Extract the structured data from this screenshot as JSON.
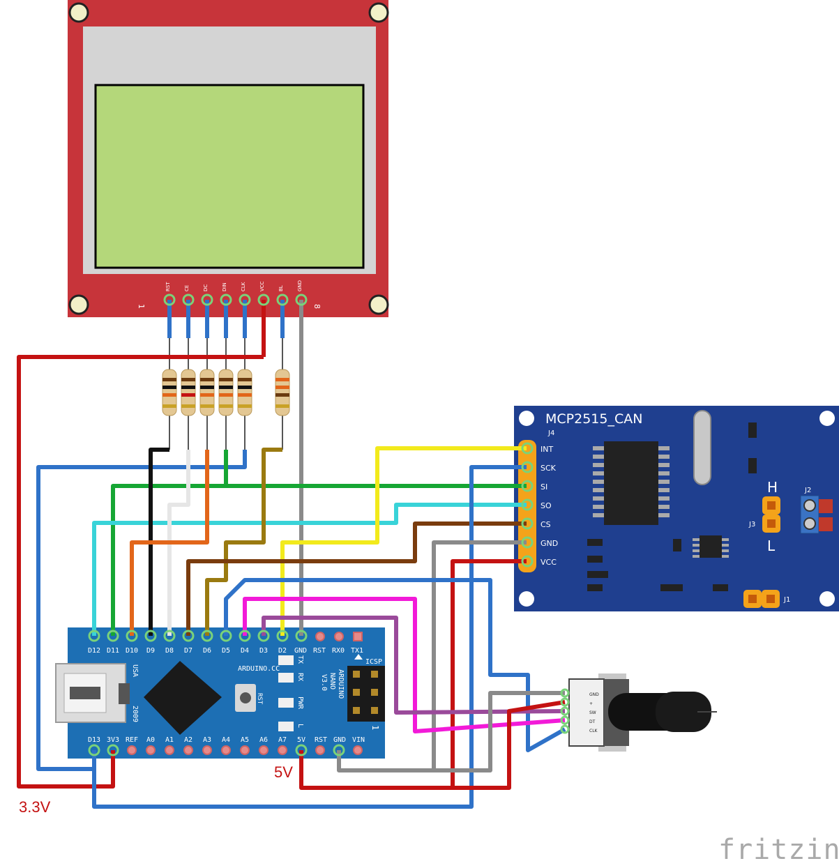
{
  "lcd": {
    "pin_labels": [
      "RST",
      "CE",
      "DC",
      "DIN",
      "CLK",
      "VCC",
      "BL",
      "GND"
    ],
    "pin_start": "1",
    "pin_end": "8"
  },
  "can_module": {
    "title": "MCP2515_CAN",
    "header_label": "J4",
    "pins": [
      "INT",
      "SCK",
      "SI",
      "SO",
      "CS",
      "GND",
      "VCC"
    ],
    "jumper_h": "H",
    "jumper_l": "L",
    "jumper_j3": "J3",
    "jumper_j2": "J2",
    "jumper_j1": "J1"
  },
  "nano": {
    "top_pins": [
      "D12",
      "D11",
      "D10",
      "D9",
      "D8",
      "D7",
      "D6",
      "D5",
      "D4",
      "D3",
      "D2",
      "GND",
      "RST",
      "RX0",
      "TX1"
    ],
    "bottom_pins": [
      "D13",
      "3V3",
      "REF",
      "A0",
      "A1",
      "A2",
      "A3",
      "A4",
      "A5",
      "A6",
      "A7",
      "5V",
      "RST",
      "GND",
      "VIN"
    ],
    "brand": "ARDUINO.CC",
    "model_line1": "ARDUINO",
    "model_line2": "NANO",
    "model_line3": "V3.0",
    "led_tx": "TX",
    "led_rx": "RX",
    "led_pwr": "PWR",
    "led_l": "L",
    "usa": "USA",
    "year": "2009",
    "rst": "RST",
    "icsp": "ICSP",
    "icsp_pin": "1"
  },
  "encoder": {
    "pins": [
      "GND",
      "+",
      "SW",
      "DT",
      "CLK"
    ]
  },
  "labels": {
    "v33": "3.3V",
    "v5": "5V",
    "brand": "fritzing"
  },
  "colors": {
    "lcd_board": "#c7343a",
    "lcd_screen": "#b4d77a",
    "can_board": "#1f3f8f",
    "nano_board": "#1d6fb4",
    "wire_red": "#c41212",
    "wire_blue": "#2f72c8",
    "wire_green": "#16a634",
    "wire_cyan": "#39d3d8",
    "wire_yellow": "#f2ea1c",
    "wire_brown": "#7a3c0e",
    "wire_orange": "#e2661a",
    "wire_olive": "#9a7a10",
    "wire_magenta": "#f21ad8",
    "wire_purple": "#9a4a9a",
    "wire_gray": "#8a8a8a"
  }
}
